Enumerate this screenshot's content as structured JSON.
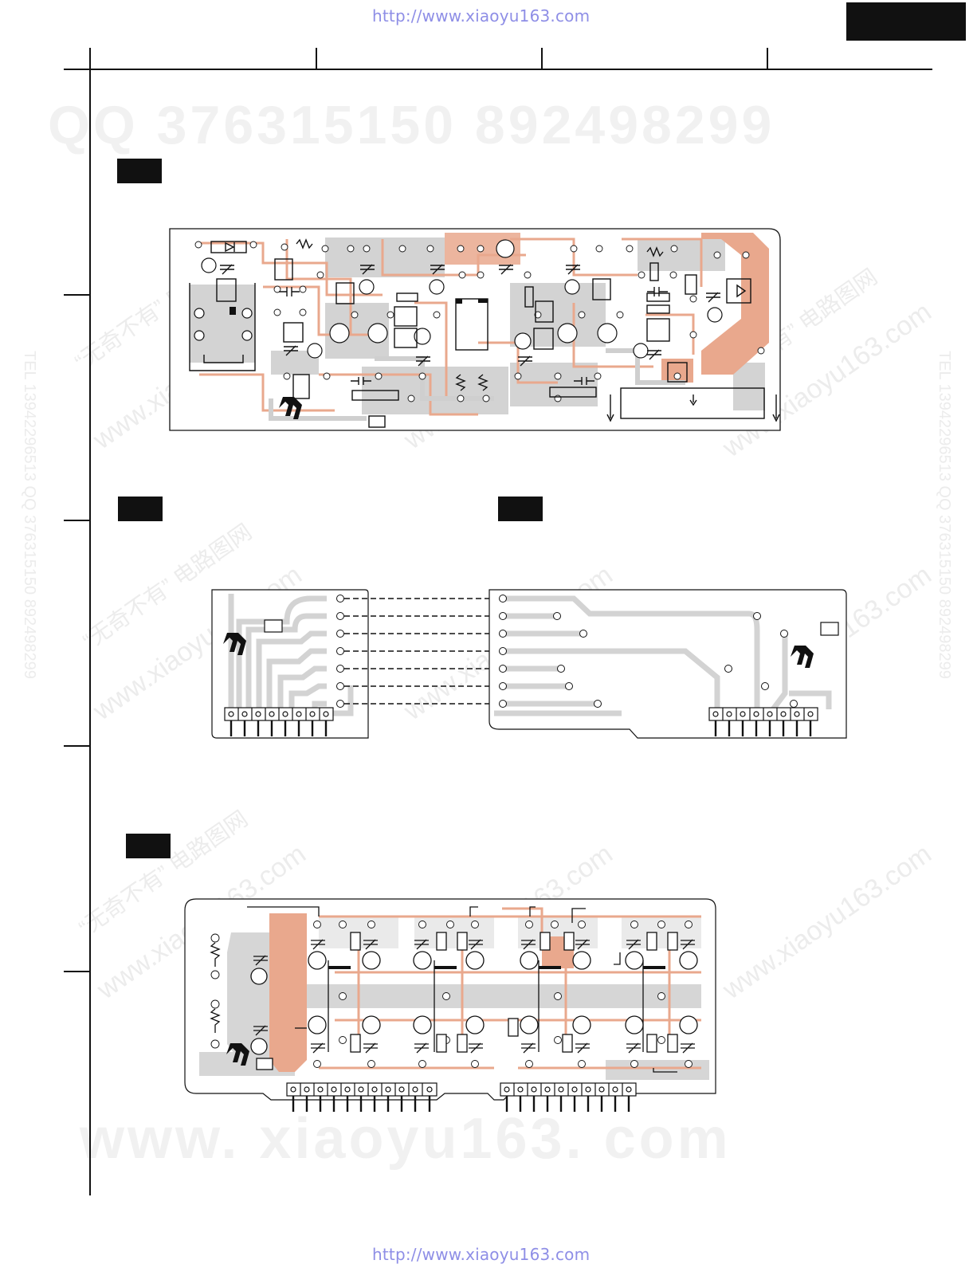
{
  "header": {
    "url_top": "http://www.xiaoyu163.com",
    "url_bottom": "http://www.xiaoyu163.com"
  },
  "watermarks": {
    "qq_line": "QQ 376315150   892498299",
    "site_line": "www. xiaoyu163. com",
    "diag_1": "www.xiaoyu163.com",
    "diag_2": "“无奇不有” 电路图网",
    "side_text": "TEL 13942296513  QQ 376315150  892498299"
  },
  "colors": {
    "copper": "#e8a58a",
    "pad": "#cfcfcf",
    "line": "#111111",
    "watermark_url": "#8e8ee6"
  }
}
